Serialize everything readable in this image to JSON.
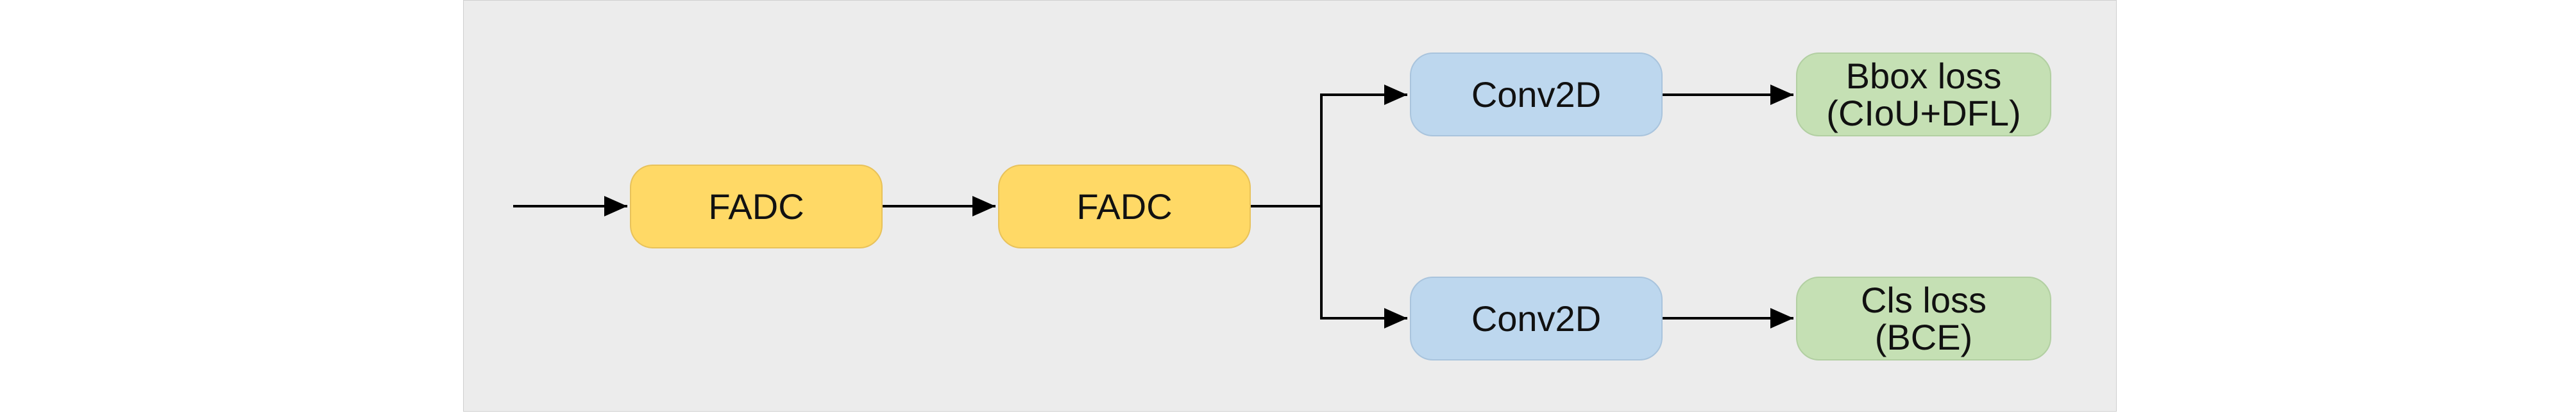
{
  "diagram": {
    "nodes": {
      "fadc_1": {
        "label": "FADC"
      },
      "fadc_2": {
        "label": "FADC"
      },
      "conv_top": {
        "label": "Conv2D"
      },
      "conv_bottom": {
        "label": "Conv2D"
      },
      "bbox_loss": {
        "line1": "Bbox loss",
        "line2": "(CIoU+DFL)"
      },
      "cls_loss": {
        "line1": "Cls loss",
        "line2": "(BCE)"
      }
    },
    "edges": [
      {
        "from": "input",
        "to": "fadc_1"
      },
      {
        "from": "fadc_1",
        "to": "fadc_2"
      },
      {
        "from": "fadc_2",
        "to": "conv_top"
      },
      {
        "from": "fadc_2",
        "to": "conv_bottom"
      },
      {
        "from": "conv_top",
        "to": "bbox_loss"
      },
      {
        "from": "conv_bottom",
        "to": "cls_loss"
      }
    ],
    "colors": {
      "fadc_fill": "#ffd966",
      "conv_fill": "#bdd7ee",
      "loss_fill": "#c5e0b4",
      "background": "#ececec",
      "arrow": "#000000"
    }
  }
}
